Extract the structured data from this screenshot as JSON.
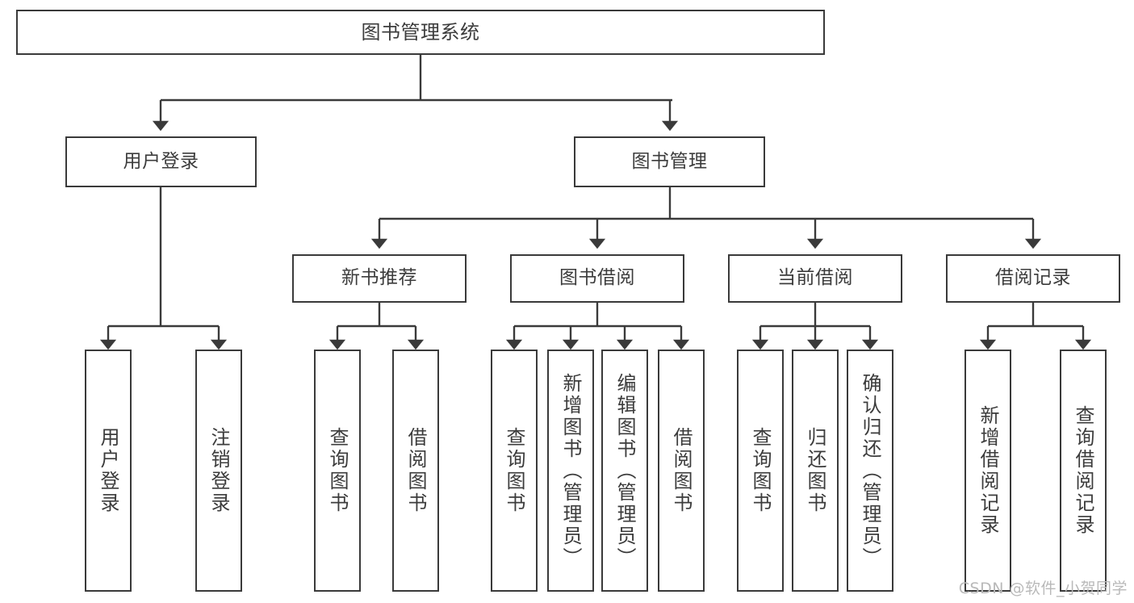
{
  "diagram": {
    "title": "图书管理系统",
    "type": "tree-hierarchy-chart",
    "colors": {
      "box_border": "#3a3a3a",
      "box_fill": "#ffffff",
      "edge": "#3a3a3a",
      "text": "#3c3c3c",
      "background": "#ffffff",
      "watermark": "#b9b9b9"
    },
    "root": {
      "id": "root",
      "label": "图书管理系统"
    },
    "level2": [
      {
        "id": "user-login",
        "label": "用户登录"
      },
      {
        "id": "book-management",
        "label": "图书管理"
      }
    ],
    "level3": [
      {
        "id": "new-book-recommend",
        "label": "新书推荐",
        "parent": "book-management"
      },
      {
        "id": "book-borrow",
        "label": "图书借阅",
        "parent": "book-management"
      },
      {
        "id": "current-borrow",
        "label": "当前借阅",
        "parent": "book-management"
      },
      {
        "id": "borrow-record",
        "label": "借阅记录",
        "parent": "book-management"
      }
    ],
    "leaves": [
      {
        "id": "leaf-user-login",
        "label": "用户登录",
        "parent": "user-login"
      },
      {
        "id": "leaf-logout-login",
        "label": "注销登录",
        "parent": "user-login"
      },
      {
        "id": "leaf-query-book-1",
        "label": "查询图书",
        "parent": "new-book-recommend"
      },
      {
        "id": "leaf-borrow-book-1",
        "label": "借阅图书",
        "parent": "new-book-recommend"
      },
      {
        "id": "leaf-query-book-2",
        "label": "查询图书",
        "parent": "book-borrow"
      },
      {
        "id": "leaf-add-book",
        "label": "新增图书（管理员）",
        "parent": "book-borrow"
      },
      {
        "id": "leaf-edit-book",
        "label": "编辑图书（管理员）",
        "parent": "book-borrow"
      },
      {
        "id": "leaf-borrow-book-2",
        "label": "借阅图书",
        "parent": "book-borrow"
      },
      {
        "id": "leaf-query-book-3",
        "label": "查询图书",
        "parent": "current-borrow"
      },
      {
        "id": "leaf-return-book",
        "label": "归还图书",
        "parent": "current-borrow"
      },
      {
        "id": "leaf-confirm-return",
        "label": "确认归还（管理员）",
        "parent": "current-borrow"
      },
      {
        "id": "leaf-add-record",
        "label": "新增借阅记录",
        "parent": "borrow-record"
      },
      {
        "id": "leaf-query-record",
        "label": "查询借阅记录",
        "parent": "borrow-record"
      }
    ],
    "watermark": "CSDN @软件_小贺同学"
  }
}
